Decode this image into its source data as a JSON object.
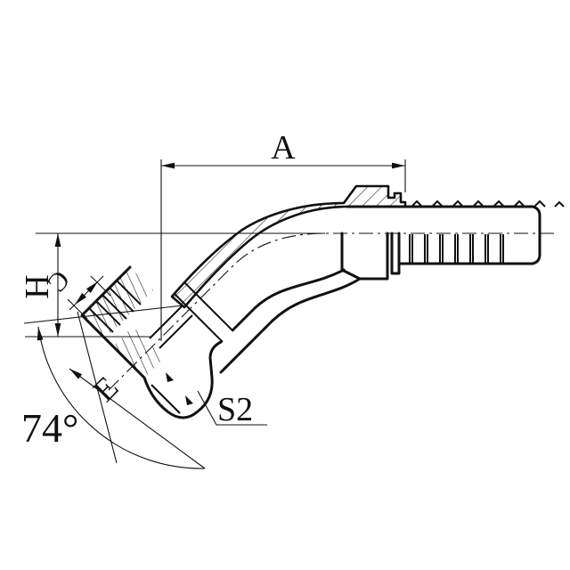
{
  "drawing": {
    "type": "technical-drawing",
    "subject": "45-degree hydraulic hose fitting, half-section view",
    "background": "#ffffff",
    "ink": "#111111",
    "labels": {
      "dim_a": "A",
      "dim_h": "H",
      "dim_c": "C",
      "dim_e": "E",
      "wrench_size": "S2",
      "cone_angle": "74°"
    }
  }
}
